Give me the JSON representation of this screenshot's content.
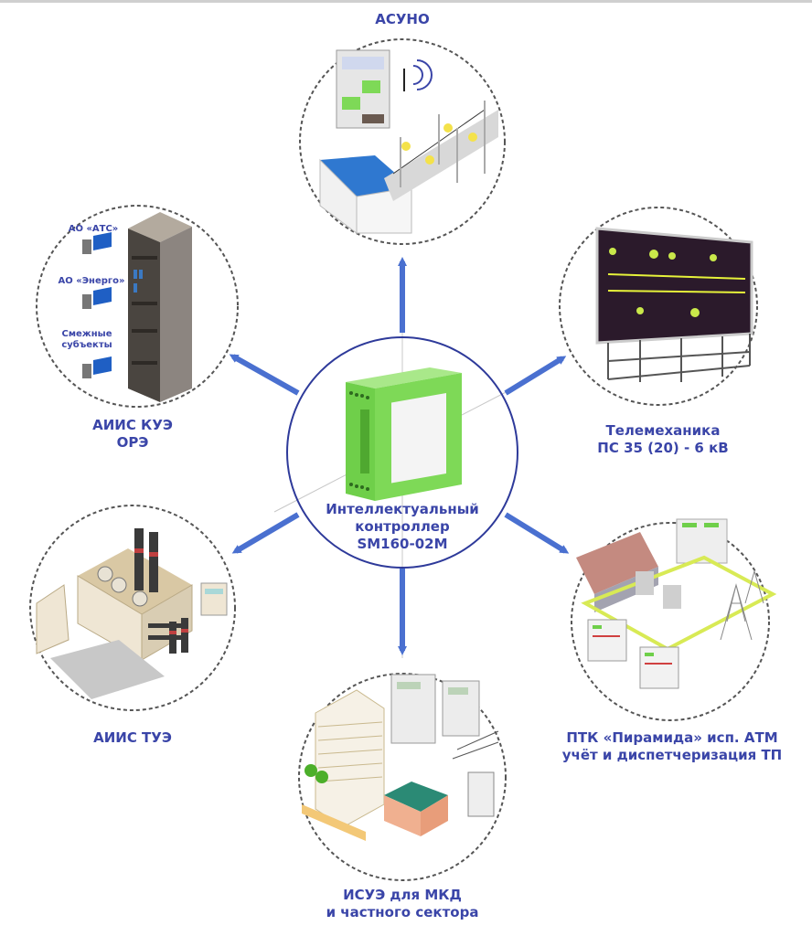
{
  "diagram": {
    "center": {
      "title_lines": [
        "Интеллектуальный",
        "контроллер",
        "SM160-02M"
      ],
      "device_icon": "din-rail-controller-icon",
      "device_color": "#7ed957"
    },
    "nodes": [
      {
        "id": "asuno",
        "lines": [
          "АСУНО"
        ],
        "icon": "street-lighting-cabinet-icon"
      },
      {
        "id": "telemechanics",
        "lines": [
          "Телемеханика",
          "ПС 35 (20) - 6 кВ"
        ],
        "icon": "control-panel-display-icon"
      },
      {
        "id": "ptk-piramida",
        "lines": [
          "ПТК «Пирамида» исп. АТМ",
          "учёт и диспетчеризация ТП"
        ],
        "icon": "substation-icon"
      },
      {
        "id": "isue",
        "lines": [
          "ИСУЭ для МКД",
          "и частного сектора"
        ],
        "icon": "residential-buildings-meters-icon"
      },
      {
        "id": "aiis-tue",
        "lines": [
          "АИИС ТУЭ"
        ],
        "icon": "factory-icon"
      },
      {
        "id": "aiis-kue",
        "lines": [
          "АИИС КУЭ",
          "ОРЭ"
        ],
        "icon": "server-rack-icon",
        "sub_labels": [
          "АО «АТС»",
          "АО «Энерго»",
          "Смежные субъекты"
        ]
      }
    ],
    "colors": {
      "label": "#3a45a8",
      "arrow": "#4a70d0",
      "center_ring": "#2e3a9a",
      "dashed_ring": "#555555"
    }
  }
}
